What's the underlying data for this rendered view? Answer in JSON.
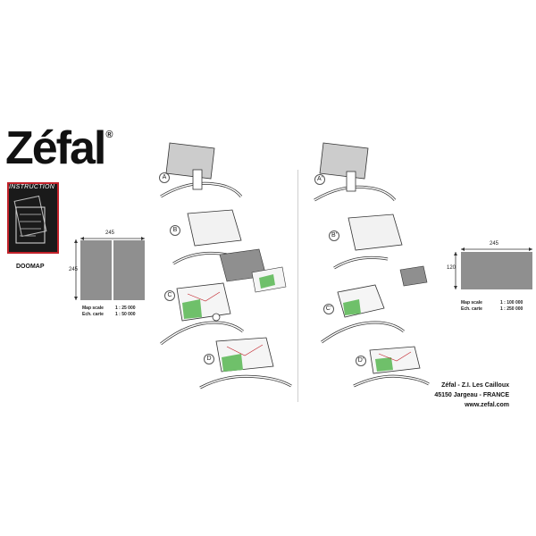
{
  "brand": {
    "logo_text": "Zéfal",
    "registered_mark": "®"
  },
  "instruction_badge": {
    "label": "INSTRUCTION"
  },
  "product": {
    "name": "DOOMAP"
  },
  "left_map": {
    "width_label": "245",
    "height_label": "245",
    "scale_label": "Map scale",
    "scale_label_fr": "Ech. carte",
    "scale_1": "1 : 25 000",
    "scale_2": "1 : 50 000"
  },
  "right_map": {
    "width_label": "245",
    "height_label": "120",
    "scale_label": "Map scale",
    "scale_label_fr": "Ech. carte",
    "scale_1": "1 : 100 000",
    "scale_2": "1 : 250 000"
  },
  "steps_left": [
    "A",
    "B",
    "C",
    "D"
  ],
  "steps_right": [
    "A'",
    "B'",
    "C'",
    "D'"
  ],
  "address": {
    "line1": "Zéfal - Z.I. Les Cailloux",
    "line2": "45150 Jargeau - FRANCE",
    "line3": "www.zefal.com"
  },
  "colors": {
    "map_green": "#6fc06a",
    "map_grey": "#8f8f8f",
    "badge_border": "#c2222a",
    "badge_fill": "#1a1a1a"
  }
}
